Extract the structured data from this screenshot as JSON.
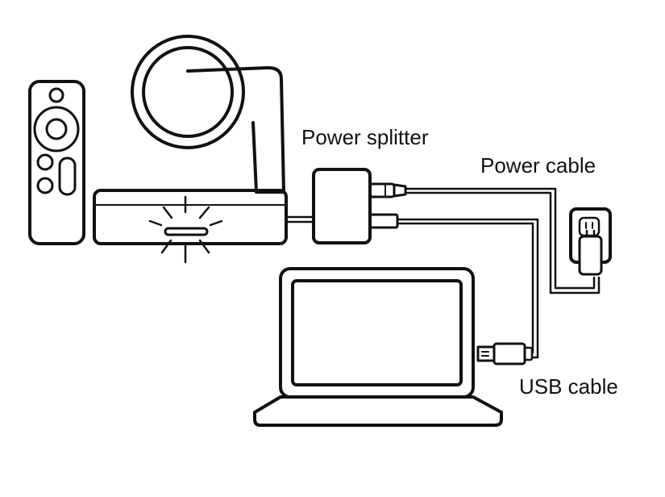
{
  "labels": {
    "power_splitter": "Power splitter",
    "power_cable": "Power cable",
    "usb_cable": "USB cable"
  },
  "colors": {
    "stroke": "#111111",
    "background": "#ffffff"
  },
  "icons": [
    "remote-control-icon",
    "ptz-camera-icon",
    "power-splitter-icon",
    "wall-outlet-icon",
    "laptop-icon",
    "usb-plug-icon"
  ]
}
